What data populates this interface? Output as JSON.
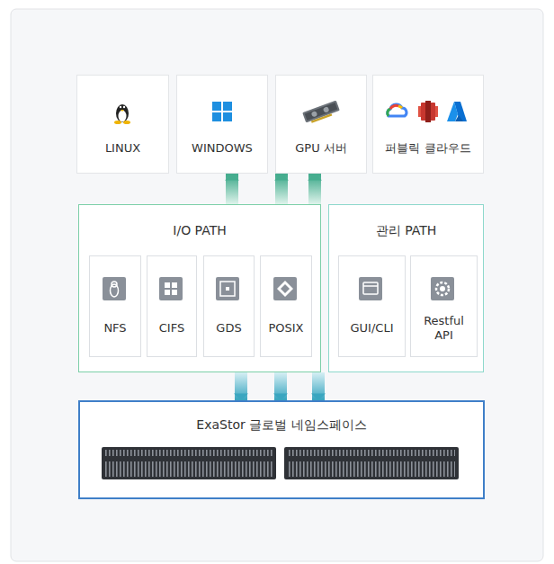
{
  "diagram": {
    "nodes": [
      {
        "text": [
          "LINUX"
        ]
      },
      {
        "text": [
          "WINDOWS"
        ]
      },
      {
        "text": [
          "GPU 서버"
        ]
      },
      {
        "text": [
          "퍼블릭 클라우드"
        ]
      },
      {
        "text": [
          "I/O PATH"
        ]
      },
      {
        "text": [
          "NFS"
        ],
        "in": 4
      },
      {
        "text": [
          "CIFS"
        ],
        "in": 4
      },
      {
        "text": [
          "GDS"
        ],
        "in": 4
      },
      {
        "text": [
          "POSIX"
        ],
        "in": 4
      },
      {
        "text": [
          "관리 PATH"
        ]
      },
      {
        "text": [
          "GUI/CLI"
        ],
        "in": 9
      },
      {
        "text": [
          "Restful API"
        ],
        "in": 9
      },
      {
        "text": [
          "ExaStor 글로벌 네임스페이스"
        ]
      }
    ],
    "edges": [
      {
        "from": 4,
        "to": 1,
        "arrow": "to"
      },
      {
        "from": 4,
        "to": 2,
        "arrow": "to"
      },
      {
        "from": 4,
        "to": 2,
        "arrow": "to"
      },
      {
        "from": 4,
        "to": 12,
        "arrow": "to"
      },
      {
        "from": 4,
        "to": 12,
        "arrow": "to"
      },
      {
        "from": 4,
        "to": 12,
        "arrow": "to"
      }
    ]
  }
}
